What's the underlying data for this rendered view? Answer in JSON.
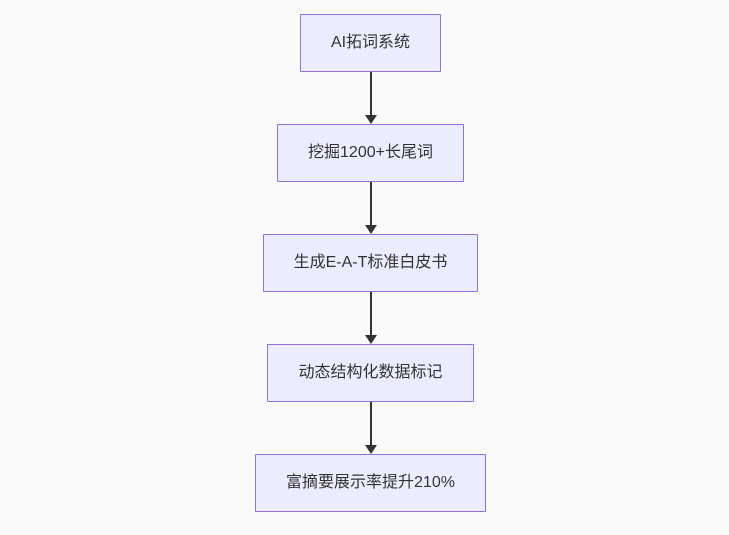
{
  "diagram": {
    "type": "flowchart",
    "direction": "top-down",
    "nodes": [
      {
        "label": "AI拓词系统"
      },
      {
        "label": "挖掘1200+长尾词"
      },
      {
        "label": "生成E-A-T标准白皮书"
      },
      {
        "label": "动态结构化数据标记"
      },
      {
        "label": "富摘要展示率提升210%"
      }
    ],
    "edges": [
      {
        "from": 0,
        "to": 1,
        "style": "arrow-down"
      },
      {
        "from": 1,
        "to": 2,
        "style": "arrow-down"
      },
      {
        "from": 2,
        "to": 3,
        "style": "arrow-down"
      },
      {
        "from": 3,
        "to": 4,
        "style": "arrow-down"
      }
    ],
    "colors": {
      "node_fill": "#ECECFF",
      "node_border": "#9370DB",
      "edge": "#333333",
      "text": "#333333",
      "background": "#FAFAFA"
    }
  }
}
